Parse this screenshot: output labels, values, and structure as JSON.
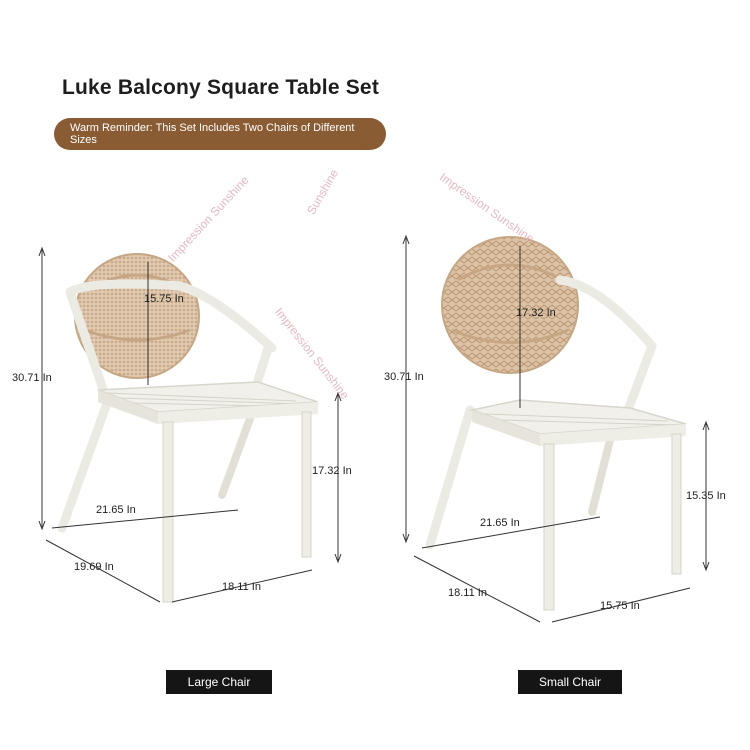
{
  "header": {
    "title": "Luke Balcony Square Table Set",
    "reminder": "Warm Reminder: This Set Includes Two Chairs of Different Sizes"
  },
  "watermarks": {
    "a": "Impression Sunshine",
    "b": "Sunshine",
    "c": "Impression Sunshine",
    "d": "Impression Sunshine"
  },
  "large_chair": {
    "label": "Large Chair",
    "height": "30.71 In",
    "back_width": "15.75 In",
    "seat_height": "17.32 In",
    "width": "21.65 In",
    "depth": "19.69 In",
    "front_width": "18.11 In"
  },
  "small_chair": {
    "label": "Small Chair",
    "height": "30.71 In",
    "back_width": "17.32 In",
    "seat_height": "15.35 In",
    "width": "21.65 In",
    "depth": "18.11 In",
    "front_width": "15.75 In"
  },
  "colors": {
    "banner": "#8a5c33",
    "frame": "#ecebe3",
    "rope": "#d9bea0",
    "label_bg": "#151515",
    "watermark": "#e8b9c0"
  }
}
